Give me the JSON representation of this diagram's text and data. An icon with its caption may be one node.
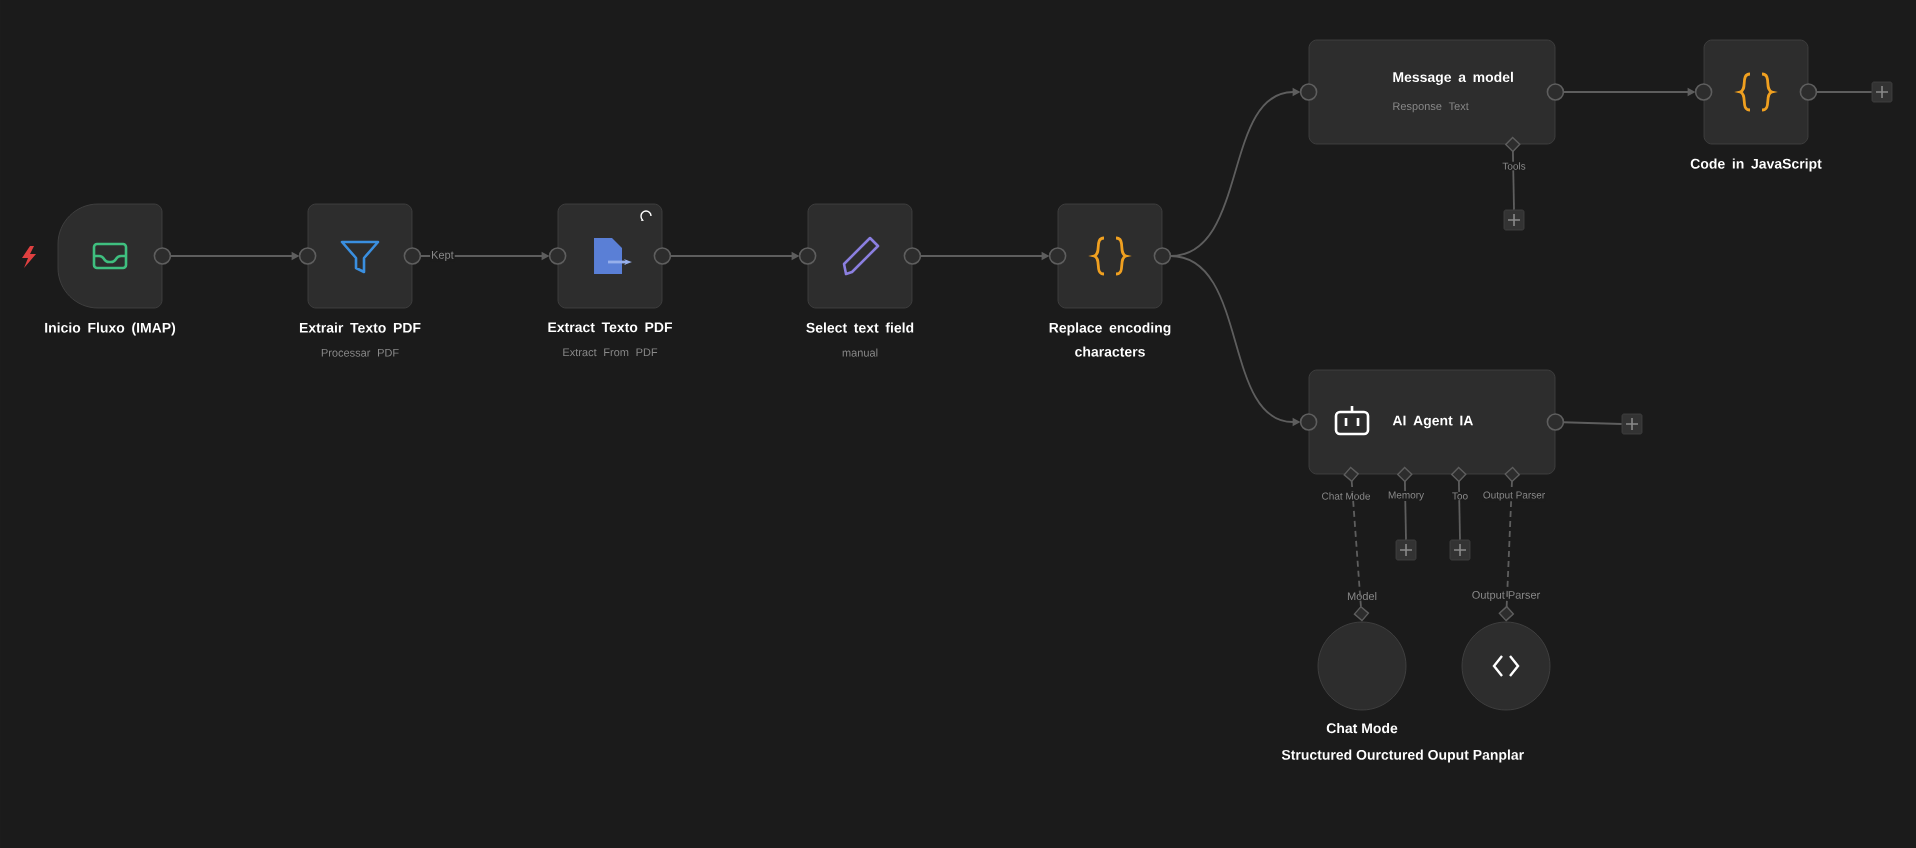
{
  "diagram": {
    "nodes": [
      {
        "text": [
          "Inicio Fluxo (IMAP)"
        ]
      },
      {
        "text": [
          "Extrair Texto PDF",
          "Processar PDF"
        ]
      },
      {
        "text": [
          "Extract Texto PDF",
          "Extract From PDF"
        ]
      },
      {
        "text": [
          "Select text field",
          "manual"
        ]
      },
      {
        "text": [
          "Replace encoding characters"
        ]
      },
      {
        "text": [
          "Message a model",
          "Response Text"
        ]
      },
      {
        "text": [
          "Code in JavaScript"
        ]
      },
      {
        "text": [],
        "shape": "box"
      },
      {
        "text": [],
        "shape": "box"
      },
      {
        "text": [
          "AI Agent IA"
        ]
      },
      {
        "text": [],
        "shape": "box"
      },
      {
        "text": [],
        "shape": "box"
      },
      {
        "text": [],
        "shape": "box"
      },
      {
        "text": [],
        "shape": "circle",
        "beside": [
          "Model",
          "Chat Mode"
        ]
      },
      {
        "text": [],
        "shape": "circle",
        "beside": [
          "Output Parser",
          "Structured Ourctured Ouput Panplar"
        ]
      }
    ],
    "edges": [
      {
        "from": 0,
        "to": 1,
        "arrow": "to"
      },
      {
        "from": 1,
        "to": 2,
        "arrow": "to",
        "label": "Kept"
      },
      {
        "from": 2,
        "to": 3,
        "arrow": "to"
      },
      {
        "from": 3,
        "to": 4,
        "arrow": "to"
      },
      {
        "from": 4,
        "to": 5,
        "arrow": "to"
      },
      {
        "from": 4,
        "to": 9,
        "arrow": "to"
      },
      {
        "from": 5,
        "to": 6,
        "arrow": "to"
      },
      {
        "from": 6,
        "to": 7,
        "arrow": "none"
      },
      {
        "from": 5,
        "to": 8,
        "arrow": "other"
      },
      {
        "from": 9,
        "to": 10,
        "arrow": "none"
      },
      {
        "from": 9,
        "to": 11,
        "arrow": "other"
      },
      {
        "from": 9,
        "to": 12,
        "arrow": "other"
      },
      {
        "from": 9,
        "to": 13,
        "arrow": "other",
        "style": "dashed"
      },
      {
        "from": 9,
        "to": 14,
        "arrow": "other",
        "style": "dashed"
      }
    ],
    "labels": [
      "Tools",
      "Chat Mode",
      "Memory",
      "Too",
      "Output Parser"
    ]
  }
}
